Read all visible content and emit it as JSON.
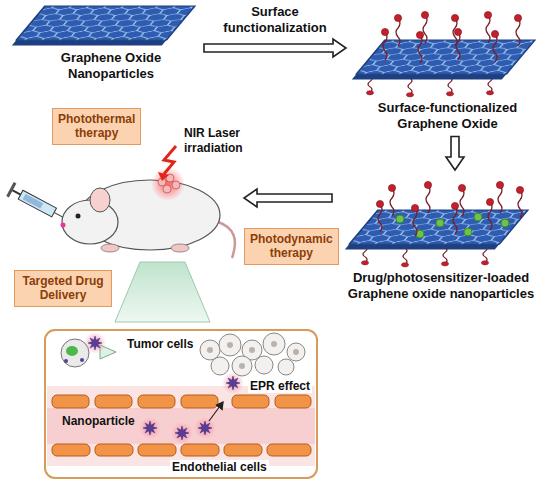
{
  "diagram": {
    "nodes": [
      {
        "text": [
          "Graphene Oxide Nanoparticles"
        ]
      },
      {
        "text": [
          "Surface-functionalized Graphene Oxide"
        ]
      },
      {
        "text": [
          "Photothermal therapy"
        ]
      },
      {
        "text": [
          "NIR Laser irradiation"
        ]
      },
      {
        "text": [
          "Drug/photosensitizer-loaded Graphene oxide nanoparticles"
        ]
      },
      {
        "text": [
          "Targeted Drug Delivery"
        ]
      },
      {
        "text": [
          "Photodynamic therapy"
        ]
      }
    ],
    "edges": [
      {
        "from": 0,
        "to": 1,
        "label": "Surface functionalization",
        "arrow": "to"
      },
      {
        "from": 1,
        "to": 4,
        "arrow": "to"
      },
      {
        "from": 4,
        "to": 3,
        "arrow": "to"
      }
    ],
    "labels": [
      "Tumor cells",
      "EPR effect",
      "Nanoparticle",
      "Endothelial cells"
    ]
  }
}
